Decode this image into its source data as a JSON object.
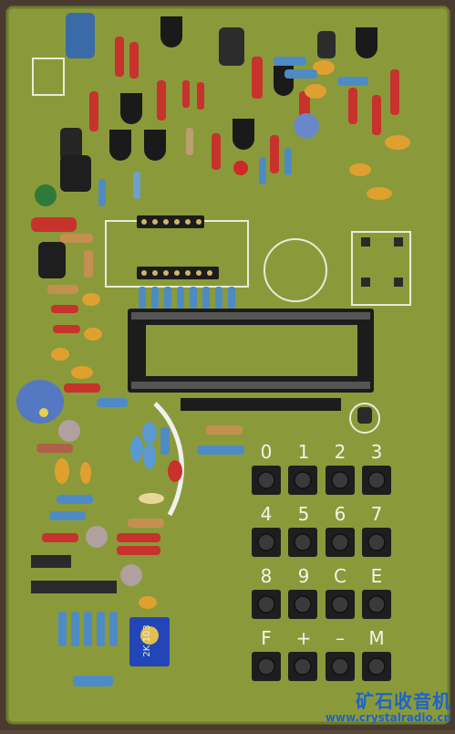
{
  "keypad": {
    "rows": [
      [
        "0",
        "1",
        "2",
        "3"
      ],
      [
        "4",
        "5",
        "6",
        "7"
      ],
      [
        "8",
        "9",
        "C",
        "E"
      ],
      [
        "F",
        "+",
        "–",
        "M"
      ]
    ]
  },
  "watermark": {
    "text": "矿石收音机",
    "url": "www.crystalradio.cn"
  },
  "trimmer_label": "2K 103",
  "colors": {
    "board": "#8a9a3a",
    "silkscreen": "#e8ecd8",
    "resistor_red": "#c8322c",
    "resistor_blue": "#4e8bc4",
    "capacitor_orange": "#e0a030",
    "socket": "#1c1c1c",
    "trimmer": "#2246b8",
    "watermark": "#1e63c9"
  }
}
